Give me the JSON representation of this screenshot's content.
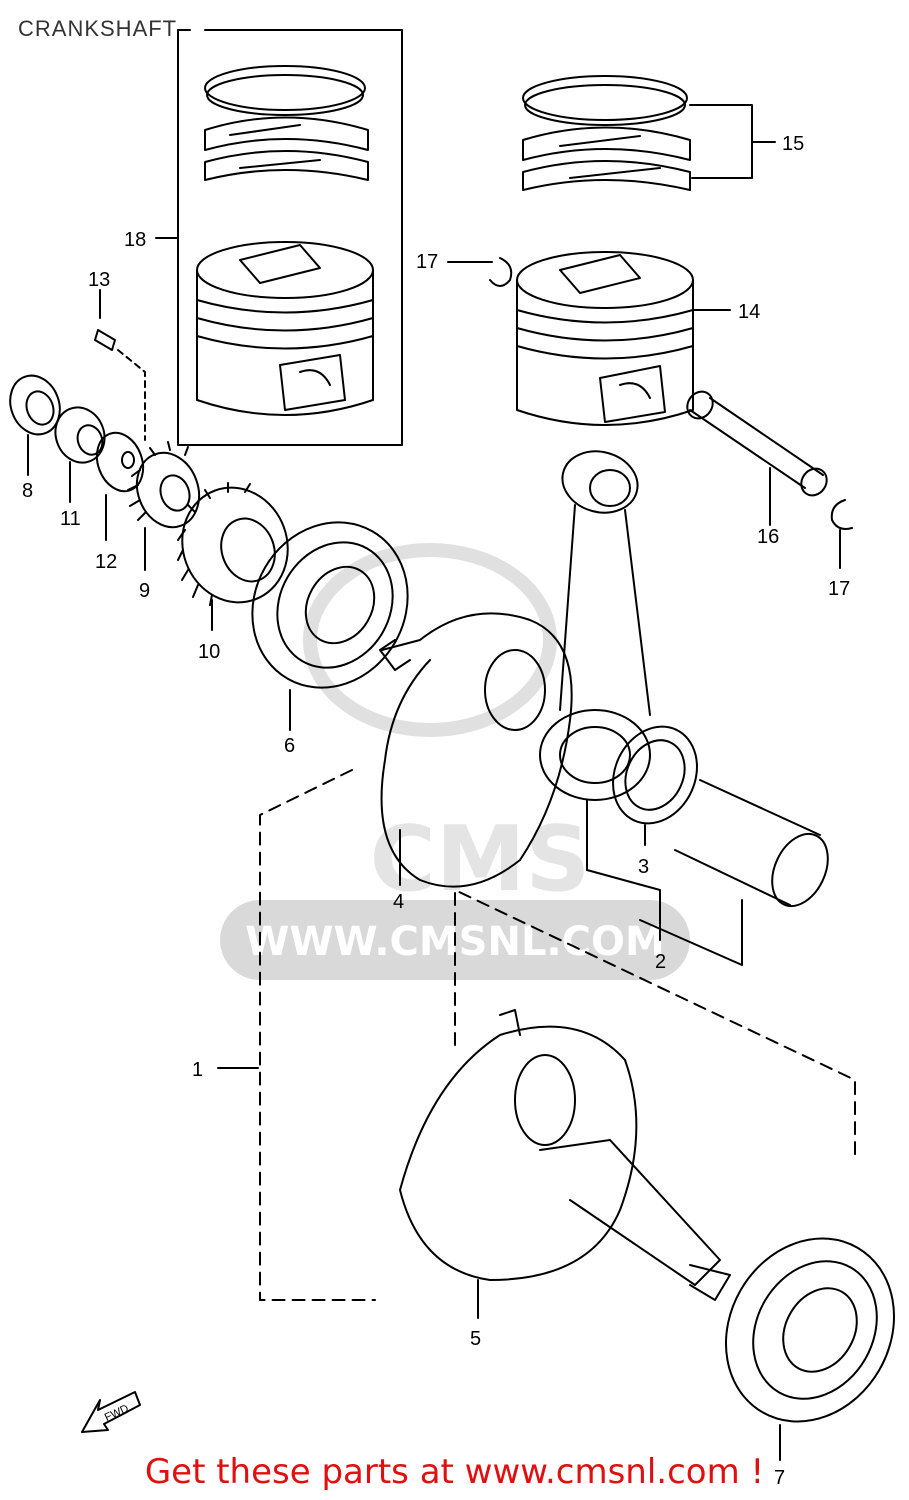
{
  "title": "CRANKSHAFT",
  "promo": "Get these parts at www.cmsnl.com !",
  "watermark": {
    "text": "CMS",
    "url": "WWW.CMSNL.COM"
  },
  "fwd_label": "FWD",
  "callouts": {
    "c1": "1",
    "c2": "2",
    "c3": "3",
    "c4": "4",
    "c5": "5",
    "c6": "6",
    "c7": "7",
    "c8": "8",
    "c9": "9",
    "c10": "10",
    "c11": "11",
    "c12": "12",
    "c13": "13",
    "c14": "14",
    "c15": "15",
    "c16": "16",
    "c17a": "17",
    "c17b": "17",
    "c18": "18"
  },
  "colors": {
    "line": "#000000",
    "watermark": "#d8d8d8",
    "promo": "#e01010"
  }
}
